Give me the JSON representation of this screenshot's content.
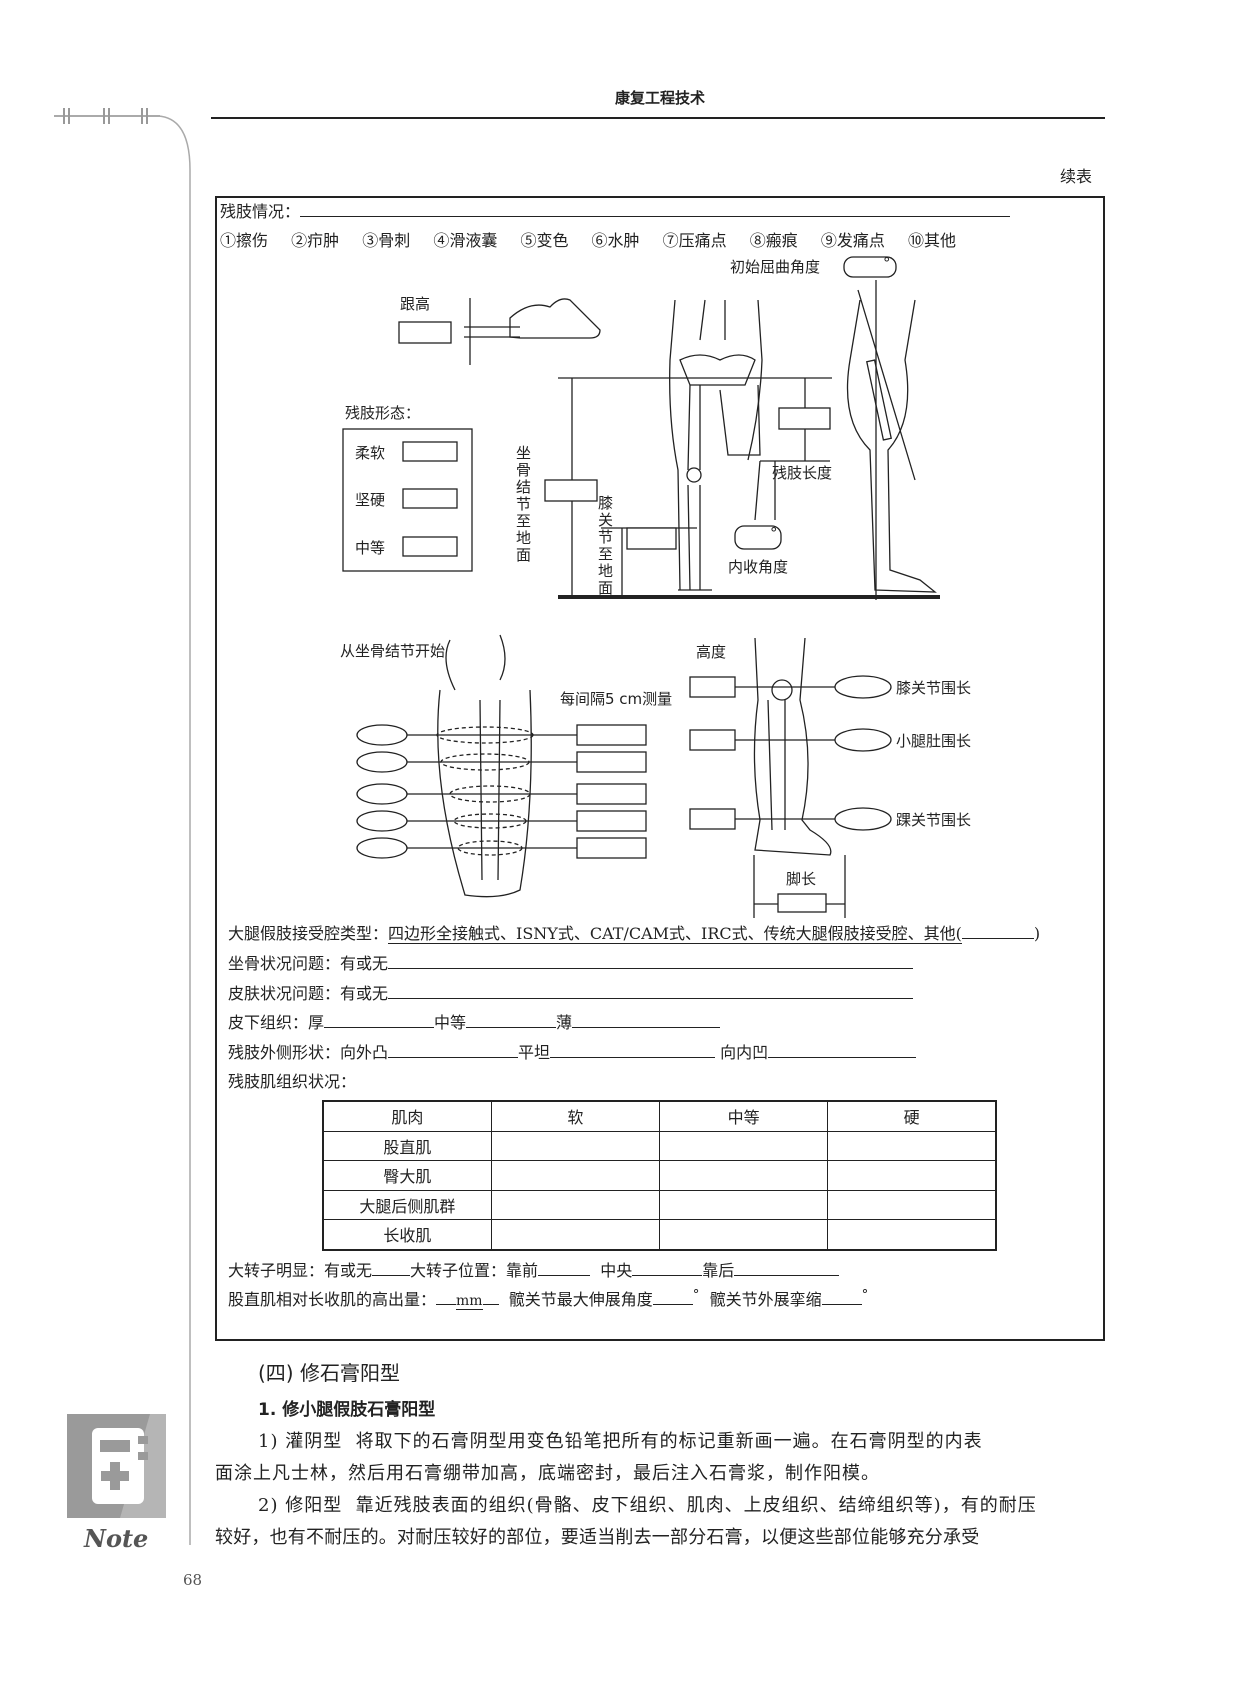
{
  "header": {
    "title": "康复工程技术"
  },
  "continued_label": "续表",
  "form": {
    "stump_condition_label": "残肢情况：",
    "conditions": [
      "①擦伤",
      "②疖肿",
      "③骨刺",
      "④滑液囊",
      "⑤变色",
      "⑥水肿",
      "⑦压痛点",
      "⑧瘢痕",
      "⑨发痛点",
      "⑩其他"
    ],
    "diagram1": {
      "initial_flexion_angle": "初始屈曲角度",
      "degree_mark": "°",
      "heel_height": "跟高",
      "stump_form_label": "残肢形态：",
      "stump_forms": [
        "柔软",
        "坚硬",
        "中等"
      ],
      "ischial_to_ground": "坐骨结节至地面",
      "knee_to_ground": "膝关节至地面",
      "stump_length": "残肢长度",
      "adduction_angle": "内收角度"
    },
    "diagram2": {
      "from_ischial": "从坐骨结节开始",
      "every_5cm": "每间隔5 cm测量",
      "height": "高度",
      "knee_circ": "膝关节围长",
      "calf_circ": "小腿肚围长",
      "ankle_circ": "踝关节围长",
      "foot_length": "脚长"
    },
    "socket_type_label": "大腿假肢接受腔类型：",
    "socket_types": "四边形全接触式、ISNY式、CAT/CAM式、IRC式、传统大腿假肢接受腔、其他(",
    "socket_close": ")",
    "ischial_problem": "坐骨状况问题：有或无",
    "skin_problem": "皮肤状况问题：有或无",
    "subcutaneous_label": "皮下组织：厚",
    "subcutaneous_medium": "中等",
    "subcutaneous_thin": "薄",
    "lateral_shape_label": "残肢外侧形状：向外凸",
    "lateral_flat": "平坦",
    "lateral_concave": "向内凹",
    "muscle_status_label": "残肢肌组织状况：",
    "muscle_table": {
      "headers": [
        "肌肉",
        "软",
        "中等",
        "硬"
      ],
      "rows": [
        "股直肌",
        "臀大肌",
        "大腿后侧肌群",
        "长收肌"
      ]
    },
    "trochanter_label": "大转子明显：有或无",
    "trochanter_pos_label": "大转子位置：靠前",
    "trochanter_center": "中央",
    "trochanter_back": "靠后",
    "rectus_label": "股直肌相对长收肌的高出量：",
    "mm": "mm",
    "hip_ext_label": "髋关节最大伸展角度",
    "hip_abd_label": "髋关节外展挛缩",
    "degree": "°"
  },
  "section": {
    "heading": "(四) 修石膏阳型",
    "subheading": "1. 修小腿假肢石膏阳型",
    "p1_lead": "1) 灌阴型",
    "p1_line1": "将取下的石膏阴型用变色铅笔把所有的标记重新画一遍。在石膏阴型的内表",
    "p1_line2": "面涂上凡士林，然后用石膏绷带加高，底端密封，最后注入石膏浆，制作阳模。",
    "p2_lead": "2) 修阳型",
    "p2_line1": "靠近残肢表面的组织(骨骼、皮下组织、肌肉、上皮组织、结缔组织等)，有的耐压",
    "p2_line2": "较好，也有不耐压的。对耐压较好的部位，要适当削去一部分石膏，以便这些部位能够充分承受"
  },
  "sidebar": {
    "note_label": "Note"
  },
  "page_number": "68"
}
